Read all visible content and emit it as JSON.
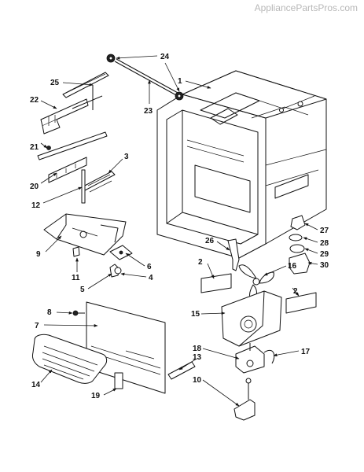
{
  "watermark": "AppliancePartsPros.com",
  "callouts": [
    "1",
    "2",
    "2",
    "3",
    "4",
    "5",
    "6",
    "7",
    "8",
    "9",
    "10",
    "11",
    "12",
    "13",
    "14",
    "15",
    "16",
    "17",
    "18",
    "19",
    "20",
    "21",
    "22",
    "23",
    "24",
    "25",
    "26",
    "27",
    "28",
    "29",
    "30"
  ]
}
